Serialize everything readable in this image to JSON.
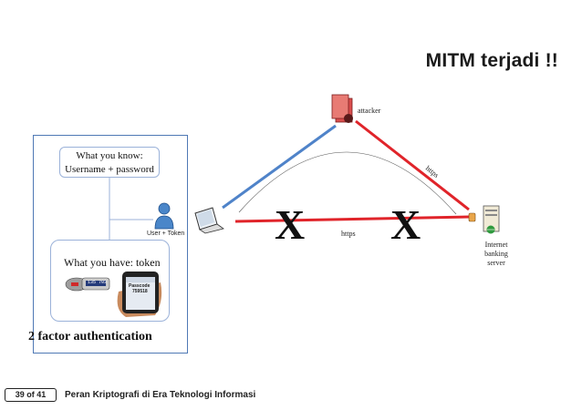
{
  "slide": {
    "title": "MITM terjadi !!"
  },
  "factors": {
    "know_line1": "What you know:",
    "know_line2": "Username + password",
    "have_label": "What you have: token",
    "user_label": "User + Token",
    "caption": "2 factor authentication"
  },
  "token": {
    "passcode_label": "Passcode",
    "passcode_value": "759518",
    "fob_digits": "135 703"
  },
  "network": {
    "attacker_label": "attacker",
    "https_top": "https",
    "https_mid": "https",
    "server_label_1": "Internet",
    "server_label_2": "banking",
    "server_label_3": "server",
    "x_left": "X",
    "x_right": "X"
  },
  "colors": {
    "blue_line": "#4f83c9",
    "red_line": "#e0242a",
    "frame": "#4f79b5"
  },
  "footer": {
    "page": "39 of 41",
    "text": "Peran Kriptografi di Era Teknologi Informasi"
  }
}
